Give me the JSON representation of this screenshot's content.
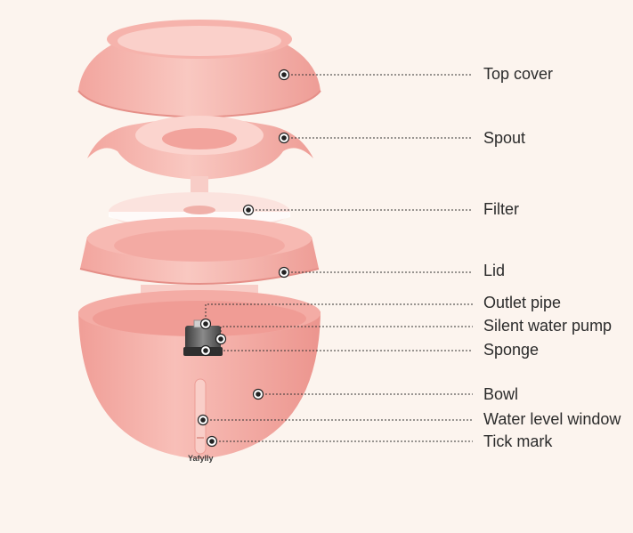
{
  "colors": {
    "background": "#fcf4ee",
    "pink": "#f3a8a1",
    "pink_light": "#f8c4bd",
    "pink_dark": "#e48b84",
    "filter": "#fbe3de",
    "leader": "#333333"
  },
  "brand": "Yafylly",
  "parts": [
    {
      "id": "top-cover",
      "label": "Top cover"
    },
    {
      "id": "spout",
      "label": "Spout"
    },
    {
      "id": "filter",
      "label": "Filter"
    },
    {
      "id": "lid",
      "label": "Lid"
    },
    {
      "id": "outlet-pipe",
      "label": "Outlet pipe"
    },
    {
      "id": "silent-water-pump",
      "label": "Silent water pump"
    },
    {
      "id": "sponge",
      "label": "Sponge"
    },
    {
      "id": "bowl",
      "label": "Bowl"
    },
    {
      "id": "water-level-window",
      "label": "Water level window"
    },
    {
      "id": "tick-mark",
      "label": "Tick mark"
    }
  ]
}
